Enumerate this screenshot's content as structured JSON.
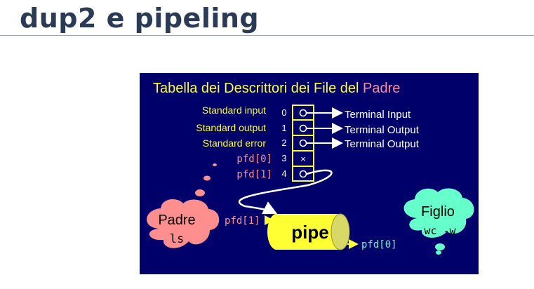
{
  "page": {
    "title": "dup2 e pipeling"
  },
  "diagram": {
    "heading_prefix": "Tabella dei Descrittori dei File del ",
    "heading_highlight": "Padre",
    "rows": [
      {
        "label": "Standard input",
        "index": "0",
        "slot": "o",
        "target": "Terminal Input"
      },
      {
        "label": "Standard output",
        "index": "1",
        "slot": "o",
        "target": "Terminal Output"
      },
      {
        "label": "Standard error",
        "index": "2",
        "slot": "o",
        "target": "Terminal Output"
      },
      {
        "label": "pfd[0]",
        "index": "3",
        "slot": "×",
        "target": ""
      },
      {
        "label": "pfd[1]",
        "index": "4",
        "slot": "o",
        "target": ""
      }
    ],
    "parent": {
      "name": "Padre",
      "cmd": "ls"
    },
    "child": {
      "name": "Figlio",
      "cmd": "wc -w"
    },
    "pipe": {
      "label": "pipe",
      "write_end": "pfd[1]",
      "read_end": "pfd[0]"
    },
    "colors": {
      "background": "#00006a",
      "yellow": "#ffff33",
      "salmon": "#ff8f8f",
      "cyan": "#66ffcc",
      "pink": "#ff8aa0",
      "white": "#ffffff"
    }
  }
}
